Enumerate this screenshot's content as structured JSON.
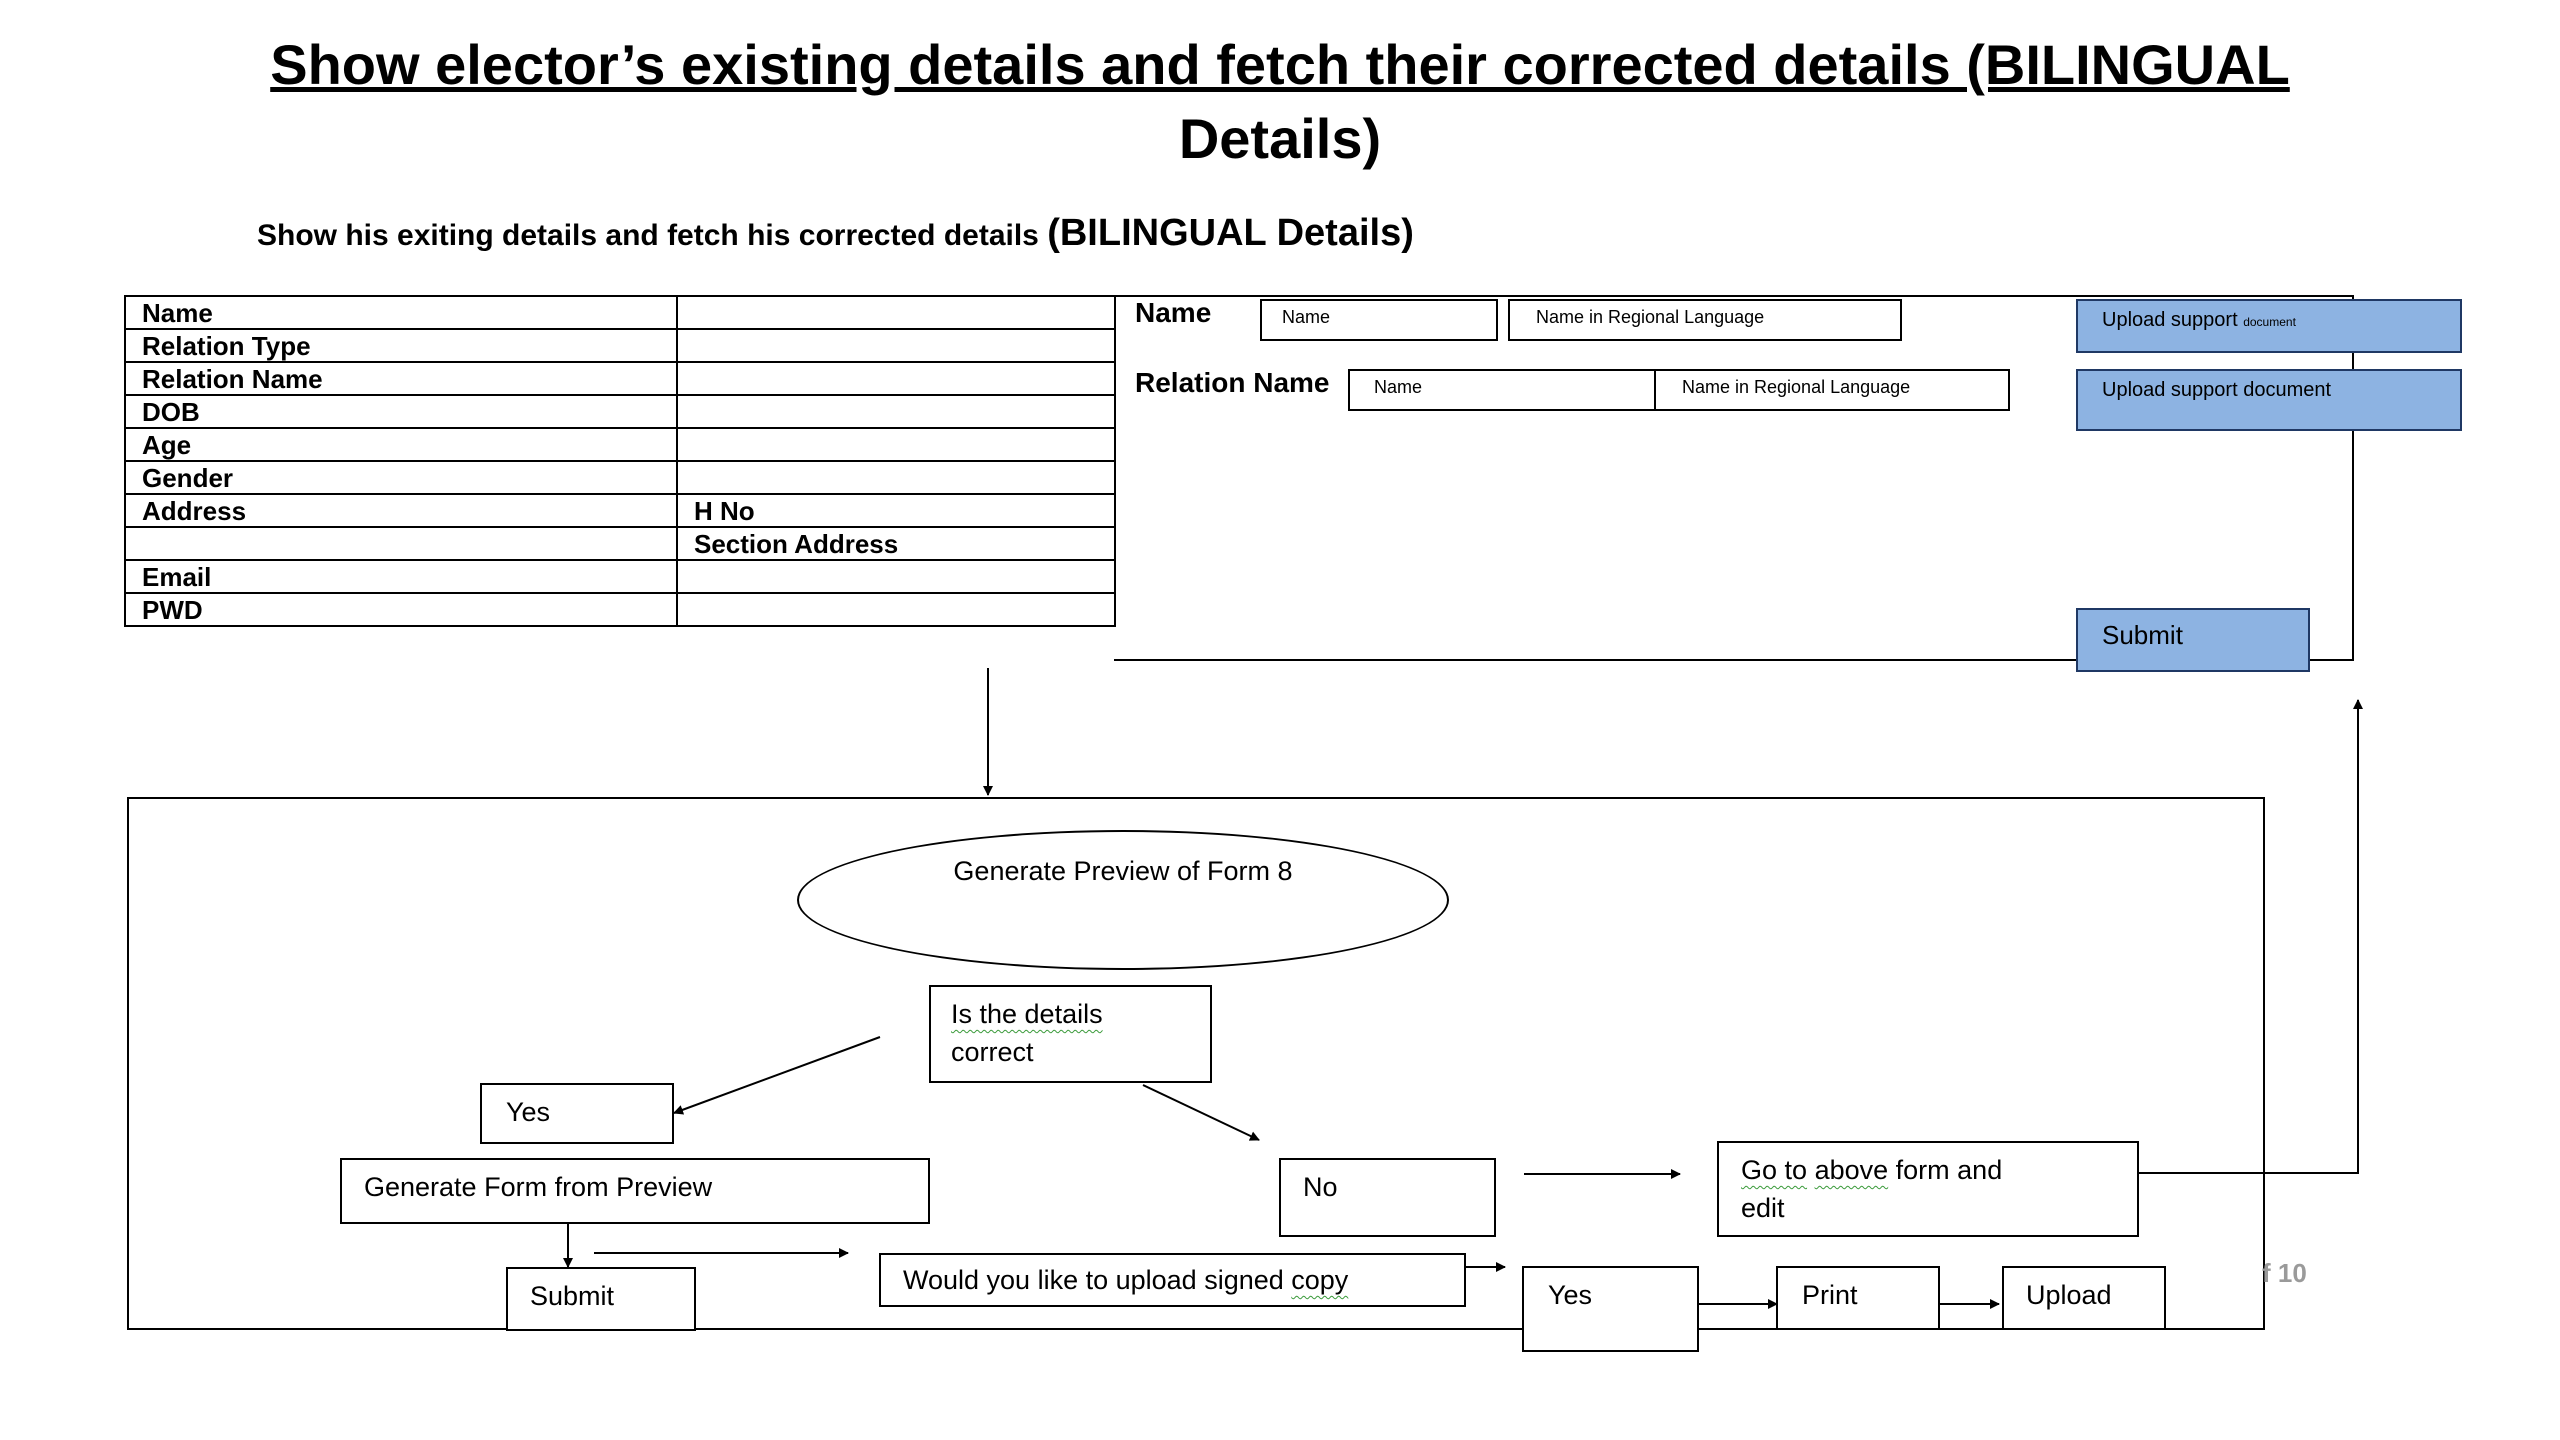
{
  "title": {
    "line1": "Show elector’s existing details and fetch their corrected details (BILINGUAL",
    "line2": "Details)"
  },
  "subtitle": {
    "text": "Show his exiting details and fetch his corrected details ",
    "emphasis": "(BILINGUAL Details)"
  },
  "details_table": {
    "rows": [
      {
        "label": "Name",
        "value": ""
      },
      {
        "label": "Relation Type",
        "value": ""
      },
      {
        "label": "Relation Name",
        "value": ""
      },
      {
        "label": "DOB",
        "value": ""
      },
      {
        "label": "Age",
        "value": ""
      },
      {
        "label": "Gender",
        "value": ""
      },
      {
        "label": "Address",
        "value": "H No"
      },
      {
        "label": "",
        "value": "Section Address"
      },
      {
        "label": "Email",
        "value": ""
      },
      {
        "label": "PWD",
        "value": ""
      }
    ]
  },
  "edit_panel": {
    "name_label": "Name",
    "name_placeholder": "Name",
    "name_regional_placeholder": "Name in Regional Language",
    "relation_label": "Relation Name",
    "relation_placeholder": "Name",
    "relation_regional_placeholder": "Name in Regional Language",
    "upload_1": {
      "text": "Upload support ",
      "small": "document"
    },
    "upload_2": "Upload support document",
    "submit": "Submit"
  },
  "flow": {
    "preview": "Generate Preview of Form 8",
    "question_line1": "Is the details",
    "question_line2": "correct",
    "yes_1": "Yes",
    "generate_form": "Generate Form from Preview",
    "no": "No",
    "goto_line1_a": "Go to",
    "goto_line1_b": "above",
    "goto_line1_c": "form and",
    "goto_line2": "edit",
    "submit": "Submit",
    "upload_question_main": "Would you like to upload signed ",
    "upload_question_tail": "copy",
    "yes_2": "Yes",
    "print": "Print",
    "upload": "Upload",
    "page_number": "f 10"
  },
  "colors": {
    "button_fill": "#8db3e2",
    "button_border": "#1f3864",
    "page_number": "#9a9a9a",
    "spellcheck_underline": "#3a9a3a"
  }
}
